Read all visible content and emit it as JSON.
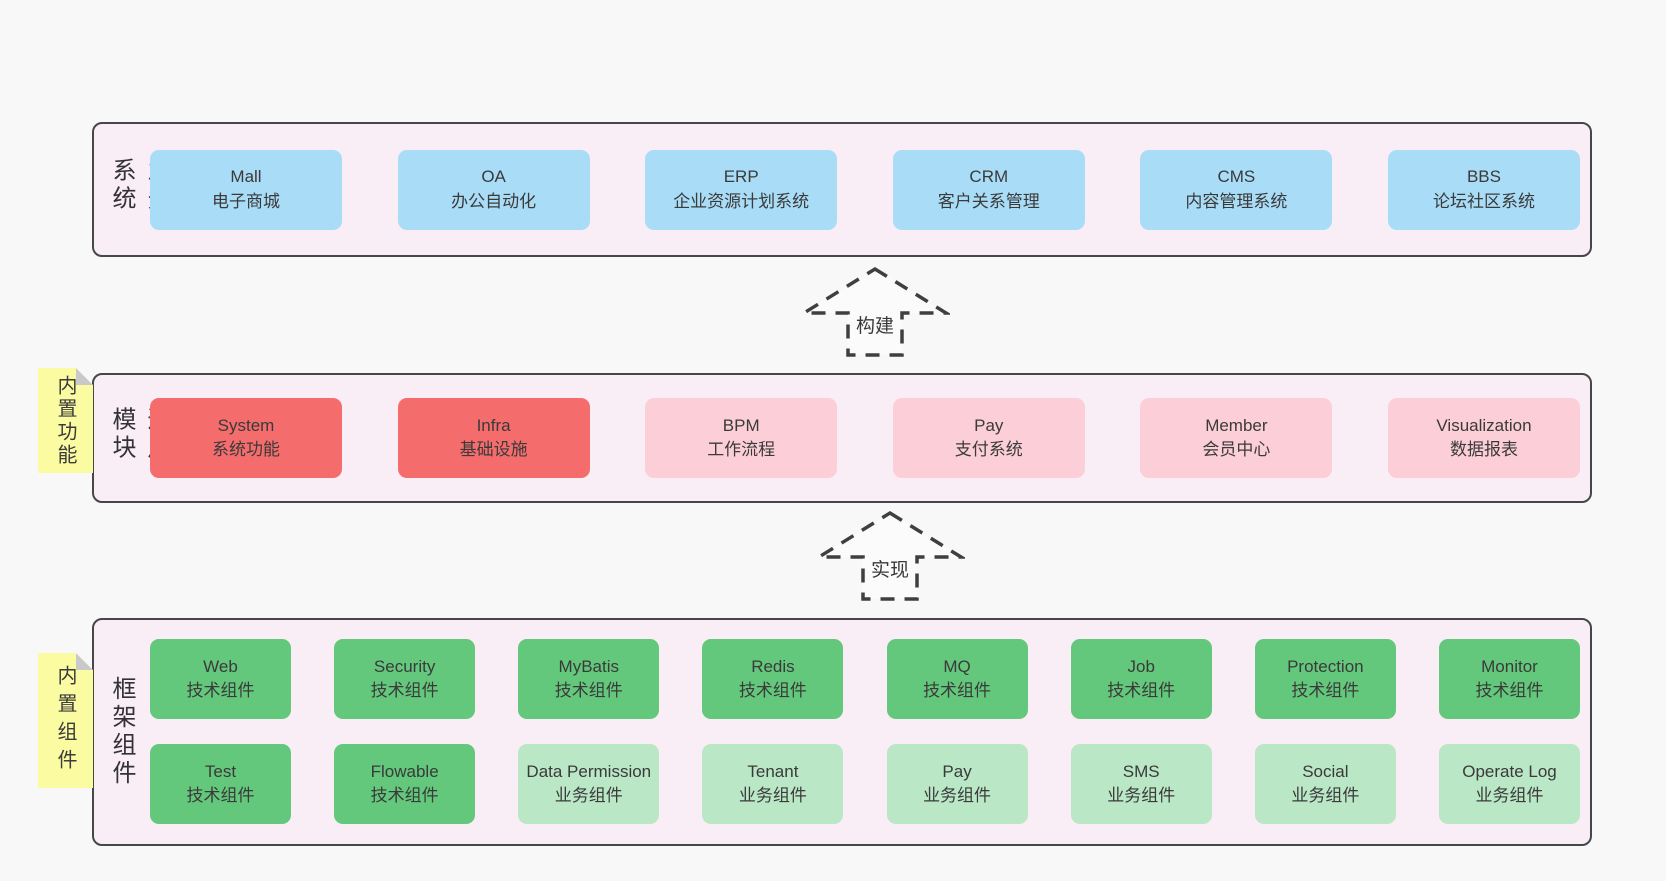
{
  "colors": {
    "container_fill": "#f9edf6",
    "container_border": "#474747",
    "blue": "#a9dcf7",
    "red": "#f56c6c",
    "pink": "#fccfd8",
    "green": "#63c87b",
    "green_light": "#bae7c6",
    "note_yellow": "#fbfba2",
    "note_fold": "#c9c9c9",
    "text": "#3a3a3a"
  },
  "layers": {
    "business": {
      "label": "业务系统",
      "boxes": [
        {
          "name": "Mall",
          "desc": "电子商城",
          "variant": "blue"
        },
        {
          "name": "OA",
          "desc": "办公自动化",
          "variant": "blue"
        },
        {
          "name": "ERP",
          "desc": "企业资源计划系统",
          "variant": "blue"
        },
        {
          "name": "CRM",
          "desc": "客户关系管理",
          "variant": "blue"
        },
        {
          "name": "CMS",
          "desc": "内容管理系统",
          "variant": "blue"
        },
        {
          "name": "BBS",
          "desc": "论坛社区系统",
          "variant": "blue"
        }
      ]
    },
    "modules": {
      "label": "通用模块",
      "note": "内置功能",
      "boxes": [
        {
          "name": "System",
          "desc": "系统功能",
          "variant": "red"
        },
        {
          "name": "Infra",
          "desc": "基础设施",
          "variant": "red"
        },
        {
          "name": "BPM",
          "desc": "工作流程",
          "variant": "pink"
        },
        {
          "name": "Pay",
          "desc": "支付系统",
          "variant": "pink"
        },
        {
          "name": "Member",
          "desc": "会员中心",
          "variant": "pink"
        },
        {
          "name": "Visualization",
          "desc": "数据报表",
          "variant": "pink"
        }
      ]
    },
    "framework": {
      "label": "框架组件",
      "note": "内置组件",
      "row1": [
        {
          "name": "Web",
          "desc": "技术组件",
          "variant": "green"
        },
        {
          "name": "Security",
          "desc": "技术组件",
          "variant": "green"
        },
        {
          "name": "MyBatis",
          "desc": "技术组件",
          "variant": "green"
        },
        {
          "name": "Redis",
          "desc": "技术组件",
          "variant": "green"
        },
        {
          "name": "MQ",
          "desc": "技术组件",
          "variant": "green"
        },
        {
          "name": "Job",
          "desc": "技术组件",
          "variant": "green"
        },
        {
          "name": "Protection",
          "desc": "技术组件",
          "variant": "green"
        },
        {
          "name": "Monitor",
          "desc": "技术组件",
          "variant": "green"
        }
      ],
      "row2": [
        {
          "name": "Test",
          "desc": "技术组件",
          "variant": "green"
        },
        {
          "name": "Flowable",
          "desc": "技术组件",
          "variant": "green"
        },
        {
          "name": "Data Permission",
          "desc": "业务组件",
          "variant": "green-light"
        },
        {
          "name": "Tenant",
          "desc": "业务组件",
          "variant": "green-light"
        },
        {
          "name": "Pay",
          "desc": "业务组件",
          "variant": "green-light"
        },
        {
          "name": "SMS",
          "desc": "业务组件",
          "variant": "green-light"
        },
        {
          "name": "Social",
          "desc": "业务组件",
          "variant": "green-light"
        },
        {
          "name": "Operate Log",
          "desc": "业务组件",
          "variant": "green-light"
        }
      ]
    }
  },
  "arrows": {
    "build": {
      "label": "构建"
    },
    "implement": {
      "label": "实现"
    }
  }
}
